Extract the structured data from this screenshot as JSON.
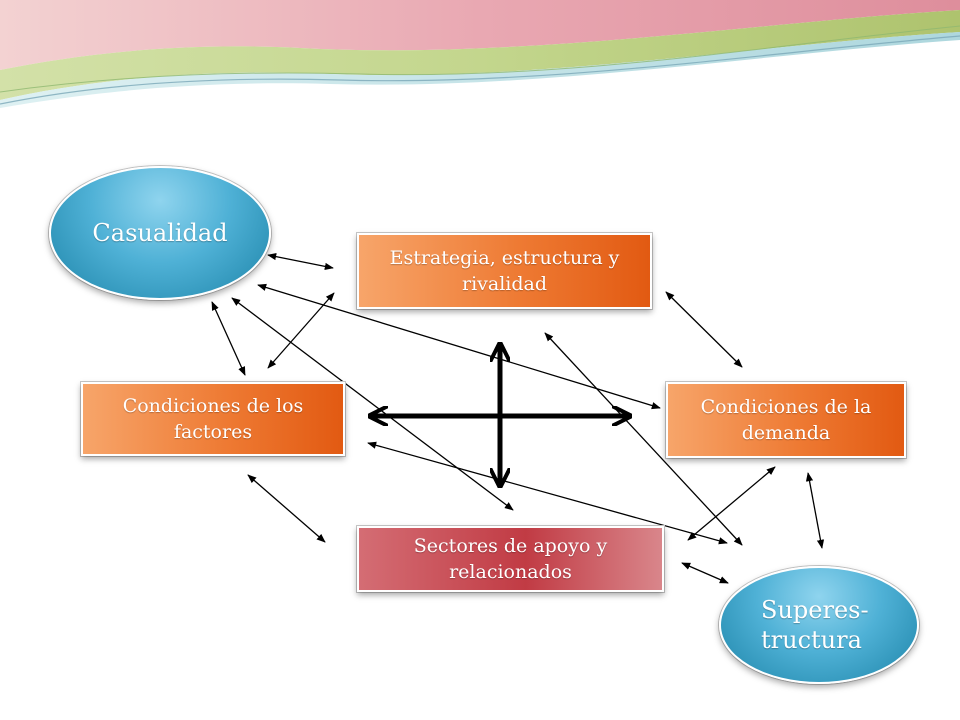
{
  "diagram": {
    "nodes": {
      "casualidad": {
        "label": "Casualidad"
      },
      "estrategia": {
        "label": "Estrategia, estructura y rivalidad"
      },
      "factores": {
        "label": "Condiciones de los factores"
      },
      "demanda": {
        "label": "Condiciones de la demanda"
      },
      "sectores": {
        "label": "Sectores de apoyo y relacionados"
      },
      "superestructura": {
        "label": "Superes-tructura"
      }
    },
    "colors": {
      "header_pink": "#e7a9b3",
      "header_green": "#b7cf7a",
      "box_orange": "#ee7a33",
      "box_red": "#c13b44",
      "ellipse_blue": "#4fb1d6",
      "arrow": "#000000"
    }
  }
}
